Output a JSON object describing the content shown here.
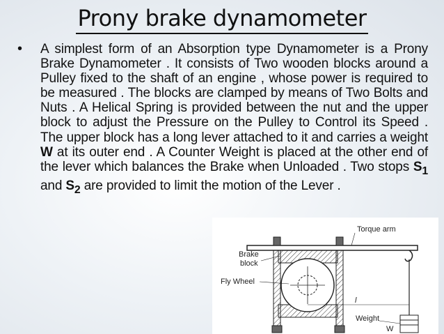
{
  "slide": {
    "title": "Prony brake dynamometer",
    "bullet_symbol": "•",
    "paragraph": [
      {
        "t": "A simplest form of an Absorption type Dynamometer is a Prony Brake Dynamometer . It consists of Two wooden blocks around a Pulley fixed to the shaft of an engine , whose power is required to be measured . The blocks are clamped by means of Two Bolts and Nuts . A Helical Spring is provided between the nut and the upper block to adjust the Pressure on the Pulley to Control its Speed . The upper block has a long lever attached to it and carries a weight "
      },
      {
        "b": "W"
      },
      {
        "t": " at its outer end . A Counter Weight is placed at the other end of the lever which balances the Brake when Unloaded . Two stops "
      },
      {
        "b": "S",
        "sub": "1"
      },
      {
        "t": " and "
      },
      {
        "b": "S",
        "sub": "2"
      },
      {
        "t": " are provided to limit the motion of the Lever ."
      }
    ]
  },
  "figure": {
    "label_torque_arm": "Torque arm",
    "label_brake": "Brake",
    "label_block": "block",
    "label_flywheel": "Fly Wheel",
    "label_l": "l",
    "label_weight": "Weight",
    "label_w": "W"
  }
}
